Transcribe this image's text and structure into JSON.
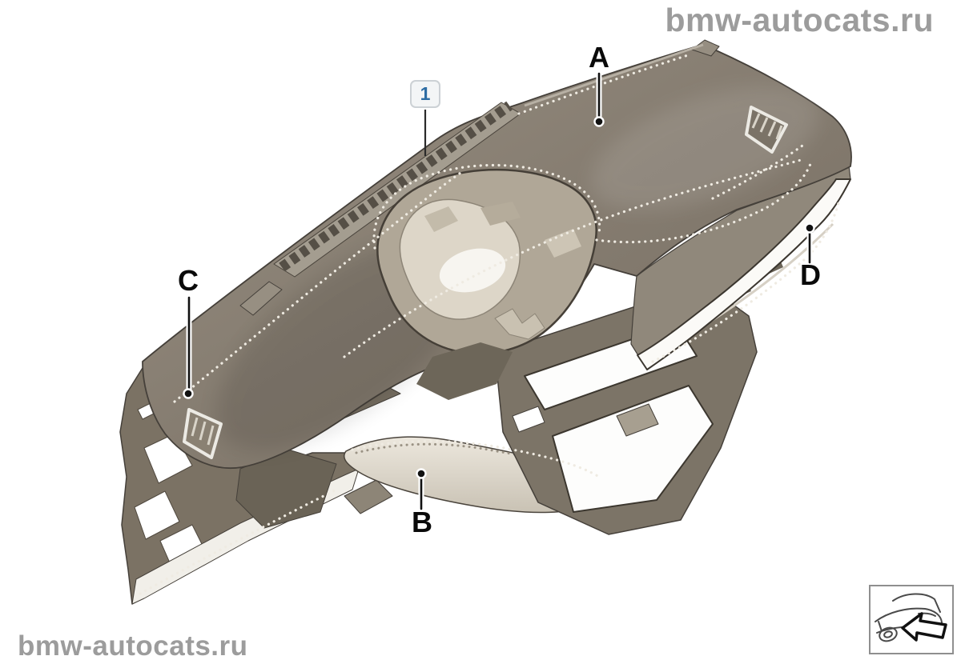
{
  "watermarks": {
    "top_right": "bmw-autocats.ru",
    "bottom_left": "bmw-autocats.ru",
    "color": "#9c9c9c"
  },
  "callouts": {
    "part": {
      "label": "1",
      "text_color": "#2e6da4",
      "box_bg": "#f3f5f6",
      "box_border": "#ccd1d5"
    },
    "letters": [
      {
        "label": "A"
      },
      {
        "label": "B"
      },
      {
        "label": "C"
      },
      {
        "label": "D"
      }
    ]
  },
  "illustration": {
    "subject": "instrument-panel-dashboard-exploded-view",
    "colors": {
      "pad_dark": "#7e7468",
      "pad_mid": "#8d8478",
      "structure_gray": "#90887b",
      "inner_light": "#ddd6c8",
      "knee_pad_ivory": "#e6e1d6",
      "trim_white": "#fbfaf7",
      "stitch": "#efebe2",
      "outline": "#45403a"
    }
  },
  "thumbnail": {
    "icon": "car-with-arrow-icon",
    "border": "#8f8f8f"
  }
}
